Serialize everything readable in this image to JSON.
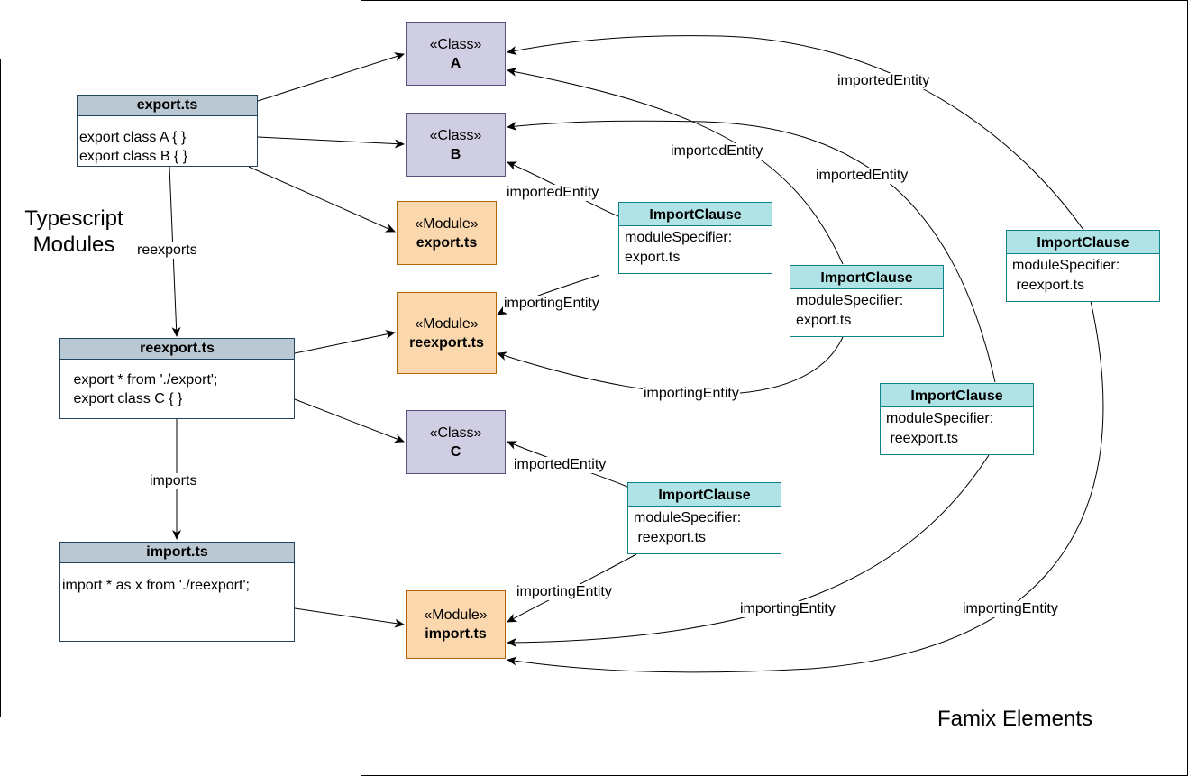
{
  "regions": {
    "left": {
      "label_line1": "Typescript",
      "label_line2": "Modules"
    },
    "right": {
      "label": "Famix Elements"
    }
  },
  "files": {
    "export": {
      "name": "export.ts",
      "lines": [
        "export class A { }",
        "export class B { }"
      ]
    },
    "reexport": {
      "name": "reexport.ts",
      "lines": [
        " export * from './export';",
        " export class C { }"
      ]
    },
    "import": {
      "name": "import.ts",
      "lines": [
        "import * as x from './reexport';"
      ]
    }
  },
  "classes": {
    "A": {
      "stereotype": "«Class»",
      "name": "A"
    },
    "B": {
      "stereotype": "«Class»",
      "name": "B"
    },
    "C": {
      "stereotype": "«Class»",
      "name": "C"
    }
  },
  "modules": {
    "export": {
      "stereotype": "«Module»",
      "name": "export.ts"
    },
    "reexport": {
      "stereotype": "«Module»",
      "name": "reexport.ts"
    },
    "import": {
      "stereotype": "«Module»",
      "name": "import.ts"
    }
  },
  "import_clauses": [
    {
      "title": "ImportClause",
      "line1": "moduleSpecifier:",
      "line2": "export.ts"
    },
    {
      "title": "ImportClause",
      "line1": "moduleSpecifier:",
      "line2": "export.ts"
    },
    {
      "title": "ImportClause",
      "line1": "moduleSpecifier:",
      "line2": " reexport.ts"
    },
    {
      "title": "ImportClause",
      "line1": "moduleSpecifier:",
      "line2": " reexport.ts"
    },
    {
      "title": "ImportClause",
      "line1": "moduleSpecifier:",
      "line2": " reexport.ts"
    }
  ],
  "edge_labels": {
    "reexports": "reexports",
    "imports": "imports",
    "imported_entity": "importedEntity",
    "importing_entity": "importingEntity"
  },
  "colors": {
    "file_header": "#bac8d3",
    "file_border": "#23445d",
    "class_fill": "#d0cee2",
    "class_border": "#56517e",
    "module_fill": "#fad7ac",
    "module_border": "#b46504",
    "clause_header": "#b0e3e6",
    "clause_border": "#0e8088"
  }
}
